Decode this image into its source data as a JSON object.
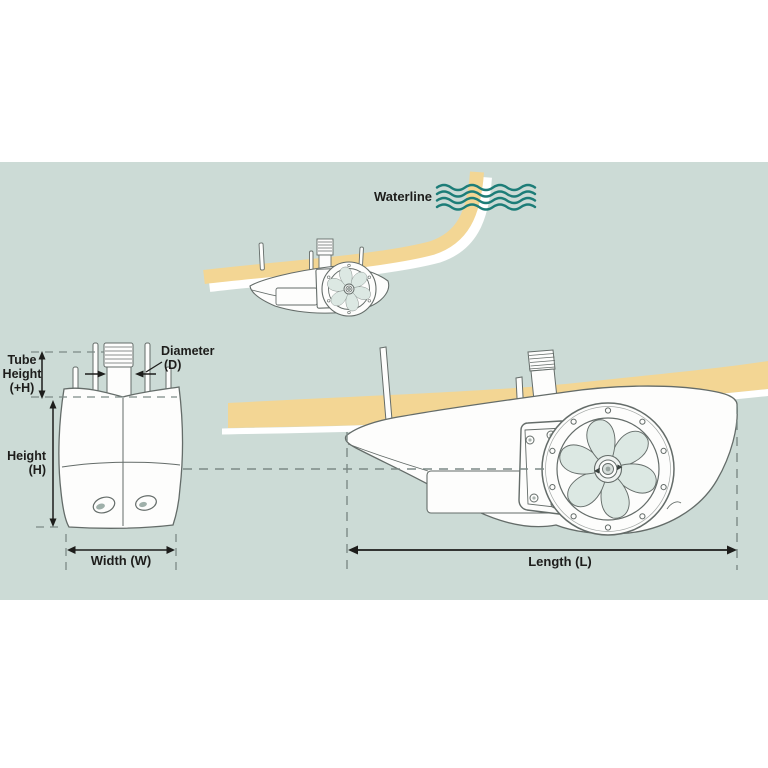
{
  "labels": {
    "waterline": "Waterline",
    "tube_height": [
      "Tube",
      "Height",
      "(+H)"
    ],
    "diameter": [
      "Diameter",
      "(D)"
    ],
    "height": [
      "Height",
      "(H)"
    ],
    "width": "Width (W)",
    "length": "Length (L)"
  },
  "colors": {
    "panel_background": "#ccdbd6",
    "hull_band": "#f3d694",
    "waterline_wave": "#1d7d78",
    "drawing_outline": "#646c69",
    "dashed_reference": "#7c8a86",
    "dimension_line": "#1d1d1b",
    "text": "#1d1d1b"
  }
}
